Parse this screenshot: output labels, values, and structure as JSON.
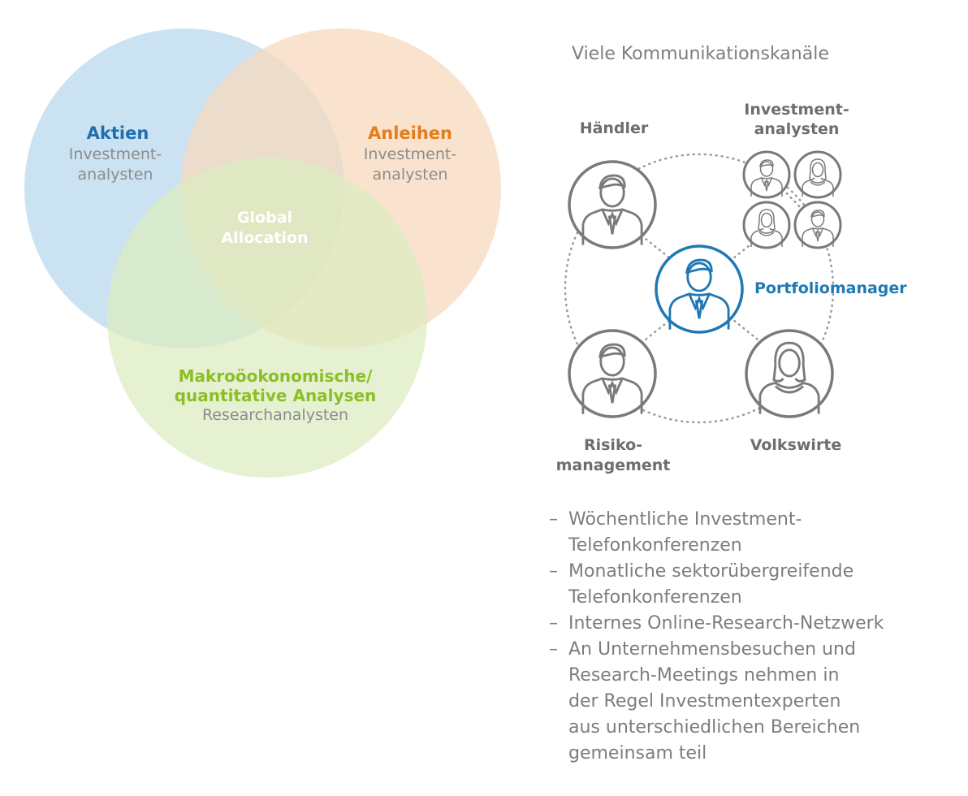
{
  "venn": {
    "aktien": {
      "title": "Aktien",
      "sub_line1": "Investment-",
      "sub_line2": "analysten"
    },
    "anleihen": {
      "title": "Anleihen",
      "sub_line1": "Investment-",
      "sub_line2": "analysten"
    },
    "makro": {
      "title_line1": "Makroöokonomische/",
      "title_line2": "quantitative Analysen",
      "sub": "Researchanalysten"
    },
    "center": {
      "line1": "Global",
      "line2": "Allocation"
    },
    "colors": {
      "blue": "#b8d8ed",
      "orange": "#f7d9bd",
      "green": "#dcecc0",
      "aktien_text": "#1f6fb0",
      "anleihen_text": "#e37d1c",
      "makro_text": "#8cbf26"
    }
  },
  "network": {
    "title": "Viele Kommunikationskanäle",
    "haendler": "Händler",
    "investment_line1": "Investment-",
    "investment_line2": "analysten",
    "portfoliomanager": "Portfoliomanager",
    "risiko_line1": "Risiko-",
    "risiko_line2": "management",
    "volkswirte": "Volkswirte",
    "icons": [
      "person-male-icon",
      "person-female-icon"
    ],
    "colors": {
      "gray": "#7a7a7a",
      "pm_blue": "#1f78b4",
      "dots": "#9a9a9a"
    }
  },
  "list": {
    "dash": "–",
    "items": [
      [
        "Wöchentliche Investment-",
        "Telefonkonferenzen"
      ],
      [
        "Monatliche sektorübergreifende",
        "Telefonkonferenzen"
      ],
      [
        "Internes Online-Research-Netzwerk"
      ],
      [
        "An Unternehmensbesuchen und",
        "Research-Meetings nehmen in",
        "der Regel Investmentexperten",
        "aus unterschiedlichen Bereichen",
        "gemeinsam teil"
      ]
    ]
  }
}
